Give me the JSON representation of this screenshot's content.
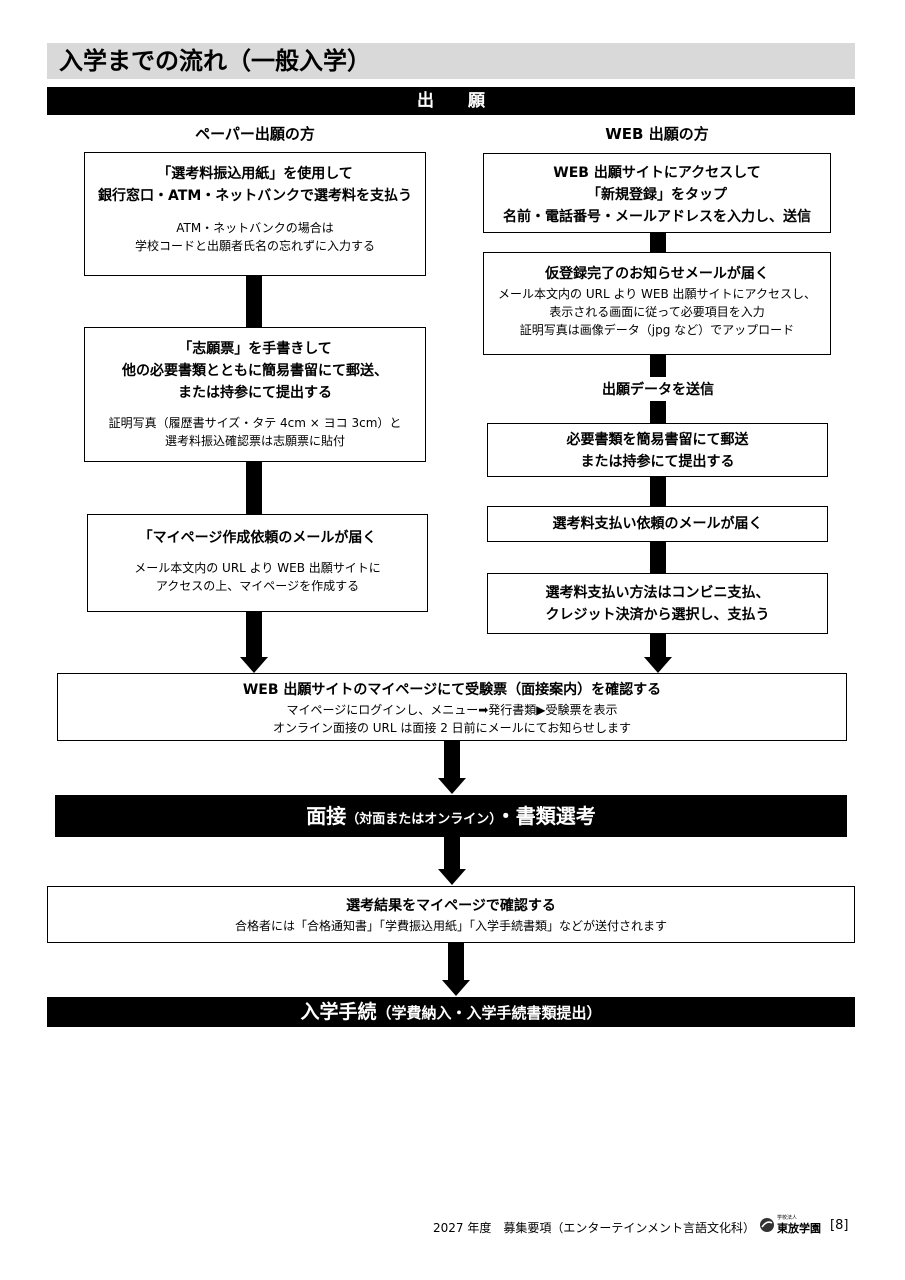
{
  "header": {
    "title": "入学までの流れ（一般入学）"
  },
  "section_bar": {
    "label": "出　　願"
  },
  "paper": {
    "heading": "ペーパー出願の方",
    "step1": {
      "bold_lines": [
        "「選考料振込用紙」を使用して",
        "銀行窓口・ATM・ネットバンクで選考料を支払う"
      ],
      "note_lines": [
        "ATM・ネットバンクの場合は",
        "学校コードと出願者氏名の忘れずに入力する"
      ]
    },
    "step2": {
      "bold_lines": [
        "「志願票」を手書きして",
        "他の必要書類とともに簡易書留にて郵送、",
        "または持参にて提出する"
      ],
      "note_lines": [
        "証明写真（履歴書サイズ・タテ 4cm × ヨコ 3cm）と",
        "選考料振込確認票は志願票に貼付"
      ]
    },
    "step3": {
      "bold_lines": [
        "「マイページ作成依頼のメールが届く"
      ],
      "note_lines": [
        "メール本文内の URL より WEB 出願サイトに",
        "アクセスの上、マイページを作成する"
      ]
    }
  },
  "web": {
    "heading": "WEB 出願の方",
    "step1": {
      "bold_lines": [
        "WEB 出願サイトにアクセスして",
        "「新規登録」をタップ",
        "名前・電話番号・メールアドレスを入力し、送信"
      ]
    },
    "step2": {
      "bold_lines": [
        "仮登録完了のお知らせメールが届く"
      ],
      "note_lines": [
        "メール本文内の URL より WEB 出願サイトにアクセスし、",
        "表示される画面に従って必要項目を入力",
        "証明写真は画像データ（jpg など）でアップロード"
      ]
    },
    "send_label": "出願データを送信",
    "step3": {
      "bold_lines": [
        "必要書類を簡易書留にて郵送",
        "または持参にて提出する"
      ]
    },
    "step4": {
      "bold_lines": [
        "選考料支払い依頼のメールが届く"
      ]
    },
    "step5": {
      "bold_lines": [
        "選考料支払い方法はコンビニ支払、",
        "クレジット決済から選択し、支払う"
      ]
    }
  },
  "confirm_ticket": {
    "bold_lines": [
      "WEB 出願サイトのマイページにて受験票（面接案内）を確認する"
    ],
    "note_lines": [
      "マイページにログインし、メニュー➡発行書類▶受験票を表示",
      "オンライン面接の URL は面接 2 日前にメールにてお知らせします"
    ]
  },
  "interview": {
    "main": "面接",
    "paren": "（対面またはオンライン）",
    "tail": "・書類選考"
  },
  "result": {
    "bold_lines": [
      "選考結果をマイページで確認する"
    ],
    "note_lines": [
      "合格者には「合格通知書」「学費振込用紙」「入学手続書類」などが送付されます"
    ]
  },
  "enrollment": {
    "main": "入学手続",
    "paren": "（学費納入・入学手続書類提出）"
  },
  "footer": {
    "text": "2027 年度　募集要項（エンターテインメント言語文化科）",
    "logo_small": "学校法人",
    "logo_text": "東放学園",
    "page": "[8]"
  }
}
